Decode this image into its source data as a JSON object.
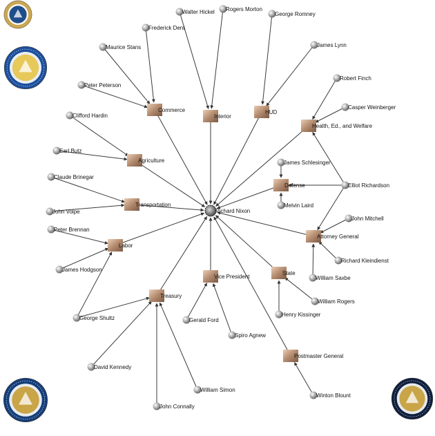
{
  "center": "Richard Nixon",
  "departments": [
    {
      "key": "commerce",
      "label": "Commerce"
    },
    {
      "key": "interior",
      "label": "Interior"
    },
    {
      "key": "hud",
      "label": "HUD"
    },
    {
      "key": "hew",
      "label": "Health, Ed., and Welfare"
    },
    {
      "key": "agriculture",
      "label": "Agriculture"
    },
    {
      "key": "defense",
      "label": "Defense"
    },
    {
      "key": "transportation",
      "label": "Transportation"
    },
    {
      "key": "labor",
      "label": "Labor"
    },
    {
      "key": "attorney_general",
      "label": "Attorney General"
    },
    {
      "key": "vice_president",
      "label": "Vice President"
    },
    {
      "key": "state",
      "label": "State"
    },
    {
      "key": "treasury",
      "label": "Treasury"
    },
    {
      "key": "postmaster_general",
      "label": "Postmaster General"
    }
  ],
  "people": [
    {
      "key": "walter_hickel",
      "label": "Walter Hickel",
      "dept": [
        "interior"
      ]
    },
    {
      "key": "rogers_morton",
      "label": "Rogers Morton",
      "dept": [
        "interior"
      ]
    },
    {
      "key": "george_romney",
      "label": "George Romney",
      "dept": [
        "hud"
      ]
    },
    {
      "key": "frederick_dent",
      "label": "Frederick Dent",
      "dept": [
        "commerce"
      ]
    },
    {
      "key": "james_lynn",
      "label": "James Lynn",
      "dept": [
        "hud"
      ]
    },
    {
      "key": "maurice_stans",
      "label": "Maurice Stans",
      "dept": [
        "commerce"
      ]
    },
    {
      "key": "robert_finch",
      "label": "Robert Finch",
      "dept": [
        "hew"
      ]
    },
    {
      "key": "peter_peterson",
      "label": "Peter Peterson",
      "dept": [
        "commerce"
      ]
    },
    {
      "key": "casper_weinberger",
      "label": "Casper Weinberger",
      "dept": [
        "hew"
      ]
    },
    {
      "key": "clifford_hardin",
      "label": "Clifford Hardin",
      "dept": [
        "agriculture"
      ]
    },
    {
      "key": "earl_butz",
      "label": "Earl Butz",
      "dept": [
        "agriculture"
      ]
    },
    {
      "key": "james_schlesinger",
      "label": "James Schlesinger",
      "dept": [
        "defense"
      ]
    },
    {
      "key": "claude_brinegar",
      "label": "Claude Brinegar",
      "dept": [
        "transportation"
      ]
    },
    {
      "key": "elliot_richardson",
      "label": "Elliot Richardson",
      "dept": [
        "hew",
        "defense",
        "attorney_general"
      ]
    },
    {
      "key": "melvin_laird",
      "label": "Melvin Laird",
      "dept": [
        "defense"
      ]
    },
    {
      "key": "john_volpe",
      "label": "John Volpe",
      "dept": [
        "transportation"
      ]
    },
    {
      "key": "john_mitchell",
      "label": "John Mitchell",
      "dept": [
        "attorney_general"
      ]
    },
    {
      "key": "peter_brennan",
      "label": "Peter Brennan",
      "dept": [
        "labor"
      ]
    },
    {
      "key": "richard_kleindienst",
      "label": "Richard Kleindienst",
      "dept": [
        "attorney_general"
      ]
    },
    {
      "key": "james_hodgson",
      "label": "James Hodgson",
      "dept": [
        "labor"
      ]
    },
    {
      "key": "william_saxbe",
      "label": "William Saxbe",
      "dept": [
        "attorney_general"
      ]
    },
    {
      "key": "william_rogers",
      "label": "William Rogers",
      "dept": [
        "state"
      ]
    },
    {
      "key": "george_shultz",
      "label": "George Shultz",
      "dept": [
        "labor",
        "treasury"
      ]
    },
    {
      "key": "henry_kissinger",
      "label": "Henry Kissinger",
      "dept": [
        "state"
      ]
    },
    {
      "key": "gerald_ford",
      "label": "Gerald Ford",
      "dept": [
        "vice_president"
      ]
    },
    {
      "key": "spiro_agnew",
      "label": "Spiro Agnew",
      "dept": [
        "vice_president"
      ]
    },
    {
      "key": "david_kennedy",
      "label": "David Kennedy",
      "dept": [
        "treasury"
      ]
    },
    {
      "key": "winton_blount",
      "label": "Winton Blount",
      "dept": [
        "postmaster_general"
      ]
    },
    {
      "key": "william_simon",
      "label": "William Simon",
      "dept": [
        "treasury"
      ]
    },
    {
      "key": "john_connally",
      "label": "John Connally",
      "dept": [
        "treasury"
      ]
    }
  ],
  "seals": [
    {
      "key": "seal_interior",
      "icon": "department-of-interior-seal-icon",
      "ring": "#c7a24a",
      "inner": "#1f4e8c"
    },
    {
      "key": "seal_treasury",
      "icon": "department-of-treasury-seal-icon",
      "ring": "#1c4f9c",
      "inner": "#e7c95a"
    },
    {
      "key": "seal_defense",
      "icon": "department-of-defense-seal-icon",
      "ring": "#153e7a",
      "inner": "#c9a548"
    },
    {
      "key": "seal_justice",
      "icon": "department-of-justice-seal-icon",
      "ring": "#0f1f3d",
      "inner": "#c9a548"
    }
  ]
}
